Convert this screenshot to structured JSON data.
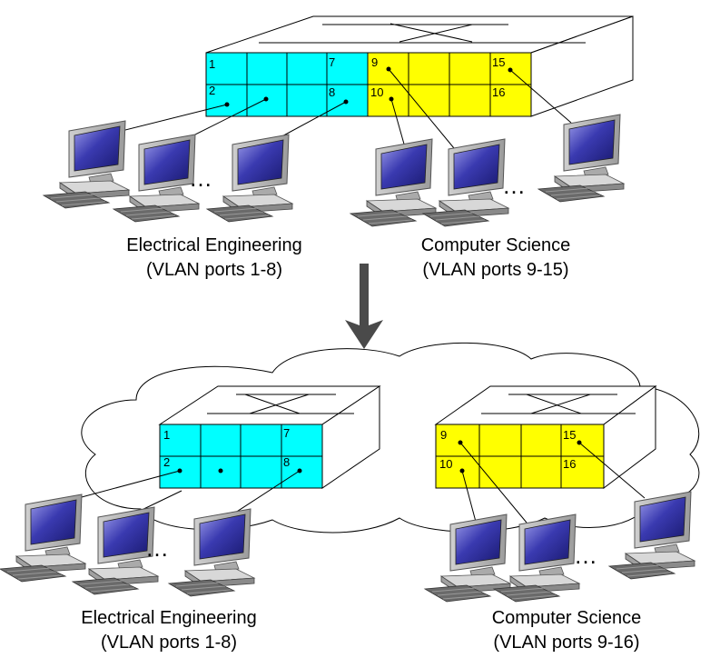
{
  "colors": {
    "ee_ports": "#00ffff",
    "cs_ports": "#ffff00",
    "cloud_fill": "#ffffff",
    "arrow": "#555555",
    "monitor_screen": "#3a3ab0"
  },
  "icons": [
    "switch-icon",
    "computer-icon",
    "cloud-icon",
    "arrow-down-icon"
  ],
  "top": {
    "ee_ports_top": [
      "1",
      "",
      "",
      "7"
    ],
    "ee_ports_bottom": [
      "2",
      "",
      "",
      "8"
    ],
    "cs_ports_top": [
      "9",
      "",
      "",
      "15"
    ],
    "cs_ports_bottom": [
      "10",
      "",
      "",
      "16"
    ],
    "ellipsis_left": "…",
    "ellipsis_right": "…",
    "ee_label_line1": "Electrical Engineering",
    "ee_label_line2": "(VLAN ports 1-8)",
    "cs_label_line1": "Computer Science",
    "cs_label_line2": "(VLAN ports 9-15)"
  },
  "bottom": {
    "ee_ports_top": [
      "1",
      "",
      "",
      "7"
    ],
    "ee_ports_bottom": [
      "2",
      "",
      "",
      "8"
    ],
    "cs_ports_top": [
      "9",
      "",
      "",
      "15"
    ],
    "cs_ports_bottom": [
      "10",
      "",
      "",
      "16"
    ],
    "ellipsis_left": "…",
    "ellipsis_right": "…",
    "ee_label_line1": "Electrical Engineering",
    "ee_label_line2": "(VLAN ports 1-8)",
    "cs_label_line1": "Computer Science",
    "cs_label_line2": "(VLAN ports 9-16)"
  }
}
